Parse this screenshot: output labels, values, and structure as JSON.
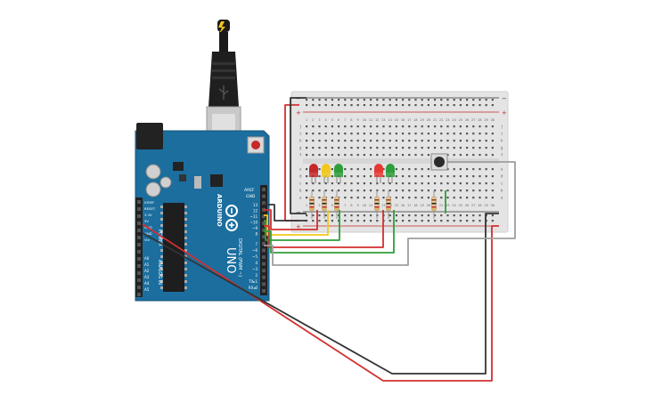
{
  "arduino": {
    "brand_text": "ARDUINO",
    "model_text": "UNO",
    "aref_label": "AREF",
    "gnd_label": "GND",
    "digital_label": "DIGITAL (PWM ~)",
    "power_label": "POWER",
    "analog_label": "ANALOG IN",
    "tx_label": "TX",
    "rx_label": "RX",
    "power_pins": [
      "IOREF",
      "RESET",
      "3.3V",
      "5V",
      "GND",
      "GND",
      "Vin"
    ],
    "analog_pins": [
      "A0",
      "A1",
      "A2",
      "A3",
      "A4",
      "A5"
    ],
    "digital_pins_top": [
      "13",
      "12",
      "~11",
      "~10",
      "~9",
      "8"
    ],
    "digital_pins_bottom": [
      "7",
      "~6",
      "~5",
      "4",
      "~3",
      "2",
      "TX▸1",
      "RX◂0"
    ],
    "board_color": "#1b6e9e"
  },
  "breadboard": {
    "rail_minus": "−",
    "rail_plus": "+",
    "row_letters_top": [
      "j",
      "i",
      "h",
      "g",
      "f"
    ],
    "row_letters_bottom": [
      "e",
      "d",
      "c",
      "b",
      "a"
    ],
    "column_numbers": [
      "1",
      "2",
      "3",
      "4",
      "5",
      "6",
      "7",
      "8",
      "9",
      "10",
      "11",
      "12",
      "13",
      "14",
      "15",
      "16",
      "17",
      "18",
      "19",
      "20",
      "21",
      "22",
      "23",
      "24",
      "25",
      "26",
      "27",
      "28",
      "29",
      "30"
    ]
  },
  "usb": {
    "cable_color": "#1a1a1a",
    "bolt_icon": "lightning-bolt-icon"
  },
  "leds": [
    {
      "name": "led-red-1",
      "color": "#c62828"
    },
    {
      "name": "led-yellow-1",
      "color": "#f2c81e"
    },
    {
      "name": "led-green-1",
      "color": "#2e9e3a"
    },
    {
      "name": "led-red-2",
      "color": "#e53935"
    },
    {
      "name": "led-green-2",
      "color": "#2e9e3a"
    }
  ],
  "wire_colors": {
    "red": "#d32f2f",
    "black": "#333333",
    "yellow": "#f2c81e",
    "green": "#2e9e3a",
    "gray": "#9e9e9e"
  }
}
